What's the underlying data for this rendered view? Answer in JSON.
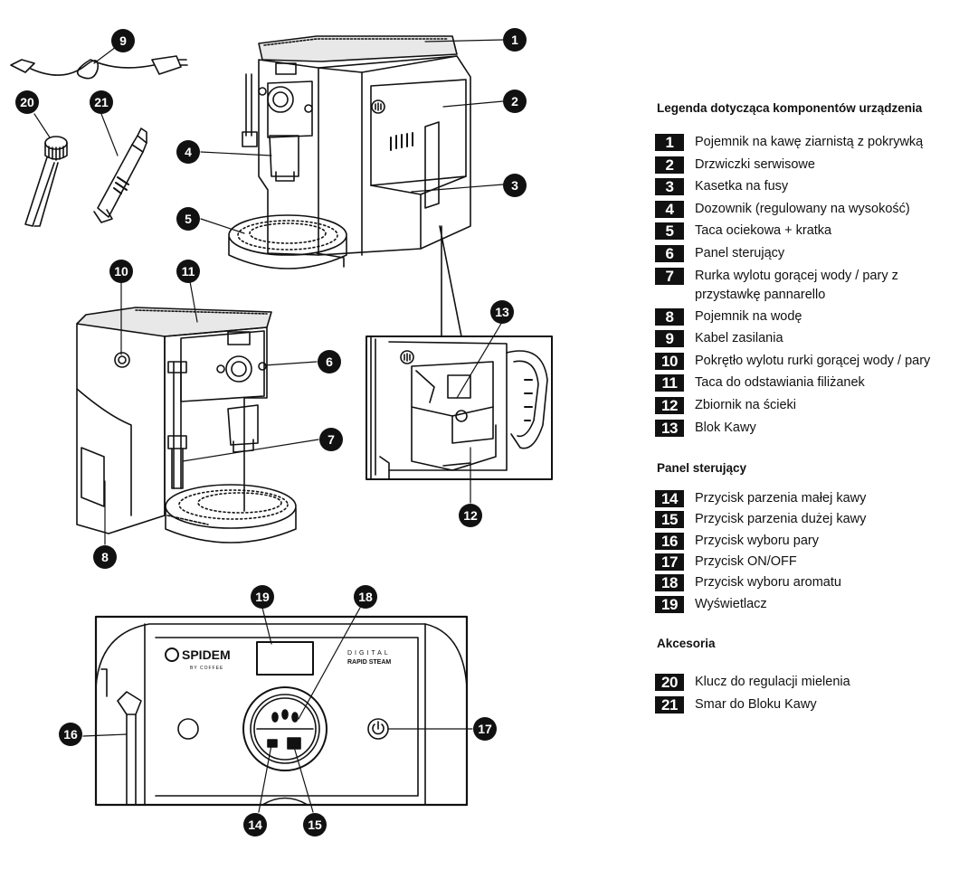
{
  "sections": [
    {
      "title": "Legenda dotycząca komponentów urządzenia",
      "items": [
        {
          "num": "1",
          "text": "Pojemnik na kawę ziarnistą z pokrywką"
        },
        {
          "num": "2",
          "text": "Drzwiczki serwisowe"
        },
        {
          "num": "3",
          "text": "Kasetka na fusy"
        },
        {
          "num": "4",
          "text": "Dozownik (regulowany na wysokość)"
        },
        {
          "num": "5",
          "text": "Taca ociekowa + kratka"
        },
        {
          "num": "6",
          "text": "Panel sterujący"
        },
        {
          "num": "7",
          "text": "Rurka wylotu gorącej wody / pary z",
          "text2": "przystawkę pannarello"
        },
        {
          "num": "8",
          "text": "Pojemnik na wodę"
        },
        {
          "num": "9",
          "text": "Kabel zasilania"
        },
        {
          "num": "10",
          "text": "Pokrętło wylotu rurki gorącej wody / pary"
        },
        {
          "num": "11",
          "text": "Taca do odstawiania filiżanek"
        },
        {
          "num": "12",
          "text": "Zbiornik na ścieki"
        },
        {
          "num": "13",
          "text": "Blok Kawy"
        }
      ]
    },
    {
      "title": "Panel sterujący",
      "items": [
        {
          "num": "14",
          "text": "Przycisk parzenia małej kawy"
        },
        {
          "num": "15",
          "text": "Przycisk parzenia dużej kawy"
        },
        {
          "num": "16",
          "text": "Przycisk wyboru pary"
        },
        {
          "num": "17",
          "text": "Przycisk ON/OFF"
        },
        {
          "num": "18",
          "text": "Przycisk wyboru aromatu"
        },
        {
          "num": "19",
          "text": "Wyświetlacz"
        }
      ]
    },
    {
      "title": "Akcesoria",
      "items": [
        {
          "num": "20",
          "text": "Klucz do regulacji mielenia"
        },
        {
          "num": "21",
          "text": "Smar do Bloku Kawy"
        }
      ]
    }
  ],
  "callouts": [
    "1",
    "2",
    "3",
    "4",
    "5",
    "6",
    "7",
    "8",
    "9",
    "10",
    "11",
    "12",
    "13",
    "14",
    "15",
    "16",
    "17",
    "18",
    "19",
    "20",
    "21"
  ],
  "panel": {
    "brand": "SPIDEM",
    "brand_sub": "BY COFFEE",
    "model_line1": "DIGITAL",
    "model_line2": "RAPID STEAM"
  }
}
